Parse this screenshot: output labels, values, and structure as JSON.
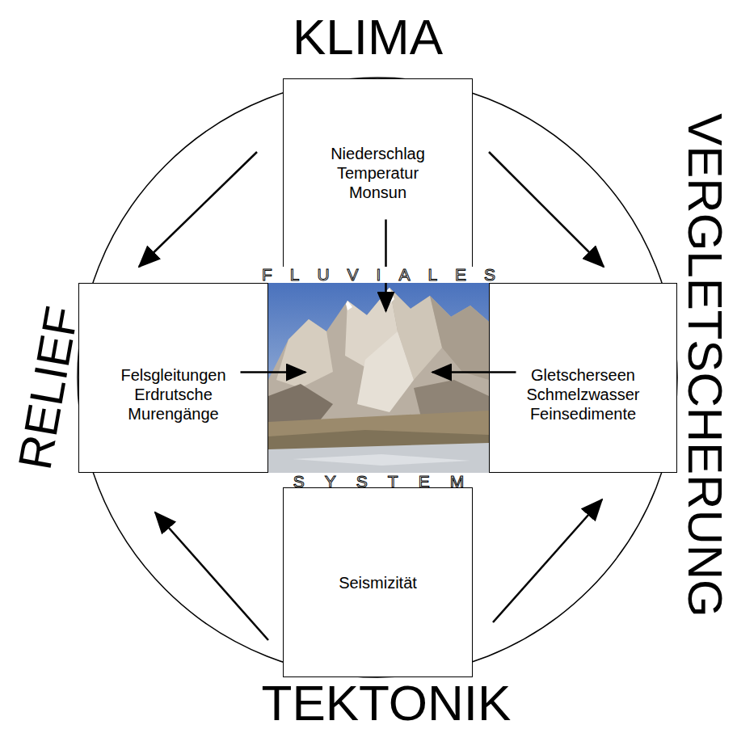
{
  "diagram": {
    "nodes": [
      {
        "text": [
          "Niederschlag Temperatur Monsun"
        ]
      },
      {
        "text": [
          "Felsgleitungen Erdrutsche Murengänge"
        ]
      },
      {
        "text": [
          "FLUVIALES",
          "SYSTEM"
        ]
      },
      {
        "text": [
          "Gletscherseen Schmelzwasser Feinsedimente"
        ]
      },
      {
        "text": [
          "Seismizität"
        ]
      }
    ],
    "edges": [
      {
        "from": 0,
        "to": 2,
        "arrow": "to"
      },
      {
        "from": 1,
        "to": 2,
        "arrow": "to"
      },
      {
        "from": 3,
        "to": 2,
        "arrow": "to"
      }
    ],
    "labels": [
      "KLIMA",
      "VERGLETSCHERUNG",
      "RELIEF",
      "TEKTONIK"
    ]
  }
}
